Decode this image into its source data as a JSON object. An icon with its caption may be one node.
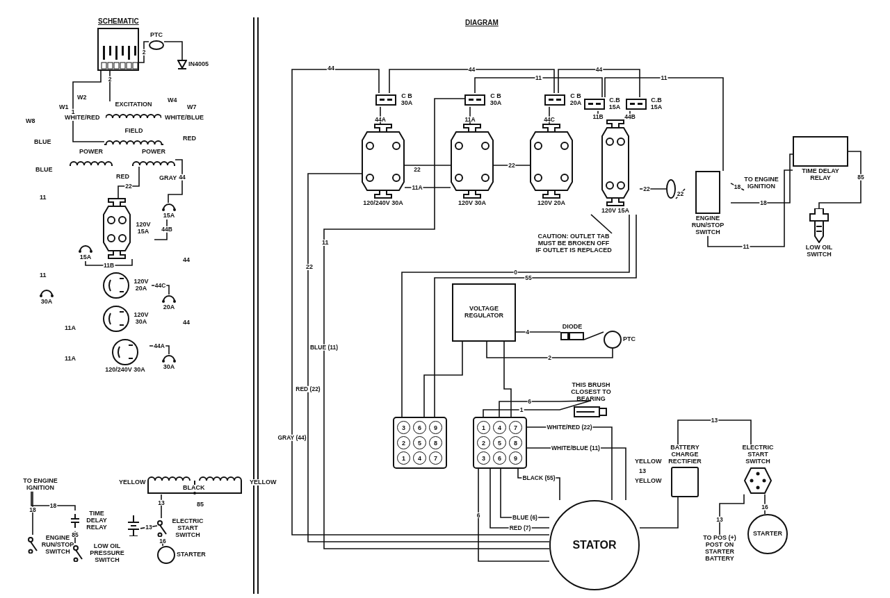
{
  "diagram": {
    "nodes": [
      {
        "text": [],
        "shape": "box"
      },
      {
        "text": [
          "PTC"
        ]
      },
      {
        "text": [
          "IN4005"
        ]
      },
      {
        "text": [
          "EXCITATION"
        ]
      },
      {
        "text": [
          "FIELD"
        ]
      },
      {
        "text": [
          "POWER"
        ]
      },
      {
        "text": [
          "POWER"
        ]
      },
      {
        "text": [
          "120V 15A"
        ]
      },
      {
        "text": [
          "15A"
        ]
      },
      {
        "text": [
          "15A"
        ]
      },
      {
        "text": [
          "30A"
        ]
      },
      {
        "text": [
          "120V 20A"
        ]
      },
      {
        "text": [
          "20A"
        ]
      },
      {
        "text": [
          "120V 30A"
        ]
      },
      {
        "text": [
          "120/240V 30A"
        ]
      },
      {
        "text": [
          "30A"
        ]
      },
      {
        "text": [
          "TO ENGINE IGNITION"
        ]
      },
      {
        "text": [
          "TIME DELAY RELAY"
        ]
      },
      {
        "text": [
          "ENGINE RUN/STOP SWITCH"
        ]
      },
      {
        "text": [
          "LOW OIL PRESSURE SWITCH"
        ]
      },
      {
        "text": [],
        "shape": "coil"
      },
      {
        "text": [],
        "shape": "battery"
      },
      {
        "text": [
          "ELECTRIC START SWITCH"
        ]
      },
      {
        "text": [
          "STARTER"
        ]
      },
      {
        "text": [
          "C B 30A"
        ]
      },
      {
        "text": [
          "C B 30A"
        ]
      },
      {
        "text": [
          "C B 20A"
        ]
      },
      {
        "text": [
          "C.B 15A"
        ]
      },
      {
        "text": [
          "C.B 15A"
        ]
      },
      {
        "text": [
          "120/240V 30A"
        ]
      },
      {
        "text": [
          "120V 30A"
        ]
      },
      {
        "text": [
          "120V 20A"
        ]
      },
      {
        "text": [
          "120V 15A"
        ]
      },
      {
        "text": [
          "CAUTION: OUTLET TAB MUST BE BROKEN OFF IF OUTLET IS REPLACED"
        ]
      },
      {
        "text": [],
        "shape": "circle"
      },
      {
        "text": [
          "ENGINE RUN/STOP SWITCH"
        ]
      },
      {
        "text": [
          "TO ENGINE IGNITION"
        ]
      },
      {
        "text": [
          "TIME DELAY RELAY"
        ]
      },
      {
        "text": [
          "LOW OIL SWITCH"
        ]
      },
      {
        "text": [
          "VOLTAGE REGULATOR"
        ]
      },
      {
        "text": [
          "DIODE"
        ]
      },
      {
        "text": [
          "PTC"
        ]
      },
      {
        "text": [
          "3",
          "6",
          "9",
          "2",
          "5",
          "8",
          "1",
          "4",
          "7"
        ]
      },
      {
        "text": [
          "1",
          "4",
          "7",
          "2",
          "5",
          "8",
          "3",
          "6",
          "9"
        ]
      },
      {
        "text": [
          "THIS BRUSH CLOSEST TO BEARING"
        ]
      },
      {
        "text": [
          "BATTERY CHARGE RECTIFIER"
        ]
      },
      {
        "text": [
          "ELECTRIC START SWITCH"
        ]
      },
      {
        "text": [
          "STARTER"
        ]
      },
      {
        "text": [
          "TO POS (+) POST ON STARTER BATTERY"
        ]
      },
      {
        "text": [
          "STATOR"
        ]
      }
    ],
    "edges": [
      {
        "from": 0,
        "to": 1,
        "arrow": "none",
        "label": "2"
      },
      {
        "from": 1,
        "to": 2,
        "arrow": "none"
      },
      {
        "from": 0,
        "to": 3,
        "arrow": "none",
        "label": "2"
      },
      {
        "from": 0,
        "to": 4,
        "arrow": "none",
        "label": "1"
      },
      {
        "from": 6,
        "to": 7,
        "arrow": "none",
        "label": "22"
      },
      {
        "from": 6,
        "to": 8,
        "arrow": "none",
        "label": "44"
      },
      {
        "from": 7,
        "to": 8,
        "arrow": "none",
        "label": "44B"
      },
      {
        "from": 9,
        "to": 7,
        "arrow": "none",
        "label": "11B"
      },
      {
        "from": 11,
        "to": 12,
        "arrow": "none",
        "label": "44C"
      },
      {
        "from": 14,
        "to": 15,
        "arrow": "none",
        "label": "44A"
      },
      {
        "from": 16,
        "to": 17,
        "arrow": "none",
        "label": "18"
      },
      {
        "from": 16,
        "to": 18,
        "arrow": "none",
        "label": "18"
      },
      {
        "from": 17,
        "to": 19,
        "arrow": "none",
        "label": "85"
      },
      {
        "from": 21,
        "to": 22,
        "arrow": "none",
        "label": "13"
      },
      {
        "from": 20,
        "to": 22,
        "arrow": "none",
        "label": "13"
      },
      {
        "from": 22,
        "to": 23,
        "arrow": "none",
        "label": "16"
      },
      {
        "from": 24,
        "to": 29,
        "arrow": "none",
        "label": "44A"
      },
      {
        "from": 25,
        "to": 30,
        "arrow": "none",
        "label": "11A"
      },
      {
        "from": 26,
        "to": 31,
        "arrow": "none",
        "label": "44C"
      },
      {
        "from": 27,
        "to": 32,
        "arrow": "none",
        "label": "11B"
      },
      {
        "from": 28,
        "to": 32,
        "arrow": "none",
        "label": "44B"
      },
      {
        "from": 29,
        "to": 30,
        "arrow": "none",
        "label": "22"
      },
      {
        "from": 30,
        "to": 31,
        "arrow": "none",
        "label": "22"
      },
      {
        "from": 29,
        "to": 30,
        "arrow": "none",
        "label": "11A"
      },
      {
        "from": 32,
        "to": 34,
        "arrow": "none",
        "label": "22"
      },
      {
        "from": 34,
        "to": 35,
        "arrow": "none",
        "label": "22"
      },
      {
        "from": 35,
        "to": 36,
        "arrow": "none",
        "label": "18"
      },
      {
        "from": 35,
        "to": 37,
        "arrow": "none",
        "label": "18"
      },
      {
        "from": 37,
        "to": 38,
        "arrow": "none",
        "label": "85"
      },
      {
        "from": 35,
        "to": 37,
        "arrow": "none",
        "label": "11"
      },
      {
        "from": 24,
        "to": 26,
        "arrow": "none",
        "label": "44"
      },
      {
        "from": 26,
        "to": 28,
        "arrow": "none",
        "label": "44"
      },
      {
        "from": 25,
        "to": 27,
        "arrow": "none",
        "label": "11"
      },
      {
        "from": 27,
        "to": 35,
        "arrow": "none",
        "label": "11"
      },
      {
        "from": 32,
        "to": 42,
        "arrow": "none",
        "label": "0"
      },
      {
        "from": 32,
        "to": 42,
        "arrow": "none",
        "label": "55"
      },
      {
        "from": 39,
        "to": 40,
        "arrow": "none",
        "label": "4"
      },
      {
        "from": 40,
        "to": 41,
        "arrow": "none"
      },
      {
        "from": 41,
        "to": 39,
        "arrow": "none",
        "label": "2"
      },
      {
        "from": 39,
        "to": 42,
        "arrow": "none"
      },
      {
        "from": 39,
        "to": 43,
        "arrow": "none"
      },
      {
        "from": 43,
        "to": 44,
        "arrow": "none",
        "label": "6"
      },
      {
        "from": 43,
        "to": 44,
        "arrow": "none",
        "label": "1"
      },
      {
        "from": 43,
        "to": 49,
        "arrow": "none",
        "label": "WHITE/RED (22)"
      },
      {
        "from": 43,
        "to": 49,
        "arrow": "none",
        "label": "WHITE/BLUE (11)"
      },
      {
        "from": 43,
        "to": 49,
        "arrow": "none",
        "label": "BLACK (55)"
      },
      {
        "from": 43,
        "to": 49,
        "arrow": "none",
        "label": "BLUE (6)"
      },
      {
        "from": 43,
        "to": 49,
        "arrow": "none",
        "label": "RED (7)"
      },
      {
        "from": 43,
        "to": 49,
        "arrow": "none",
        "label": "6"
      },
      {
        "from": 45,
        "to": 49,
        "arrow": "none"
      },
      {
        "from": 45,
        "to": 46,
        "arrow": "none",
        "label": "13"
      },
      {
        "from": 46,
        "to": 47,
        "arrow": "none",
        "label": "16"
      },
      {
        "from": 46,
        "to": 48,
        "arrow": "none",
        "label": "13"
      },
      {
        "from": 24,
        "to": 49,
        "arrow": "none",
        "label": "GRAY (44)"
      },
      {
        "from": 29,
        "to": 49,
        "arrow": "none",
        "label": "RED (22)"
      },
      {
        "from": 25,
        "to": 49,
        "arrow": "none",
        "label": "BLUE (11)"
      },
      {
        "from": 33,
        "to": 32,
        "arrow": "none"
      }
    ],
    "labels": [
      "SCHEMATIC",
      "DIAGRAM",
      "WHITE/RED",
      "WHITE/BLUE",
      "W1",
      "W2",
      "W4",
      "W7",
      "W8",
      "BLUE",
      "RED",
      "BLUE",
      "RED",
      "GRAY",
      "11",
      "11",
      "44",
      "44",
      "11A",
      "11A",
      "YELLOW",
      "BLACK",
      "YELLOW",
      "85",
      "44",
      "11",
      "22",
      "YELLOW",
      "13",
      "YELLOW"
    ]
  }
}
